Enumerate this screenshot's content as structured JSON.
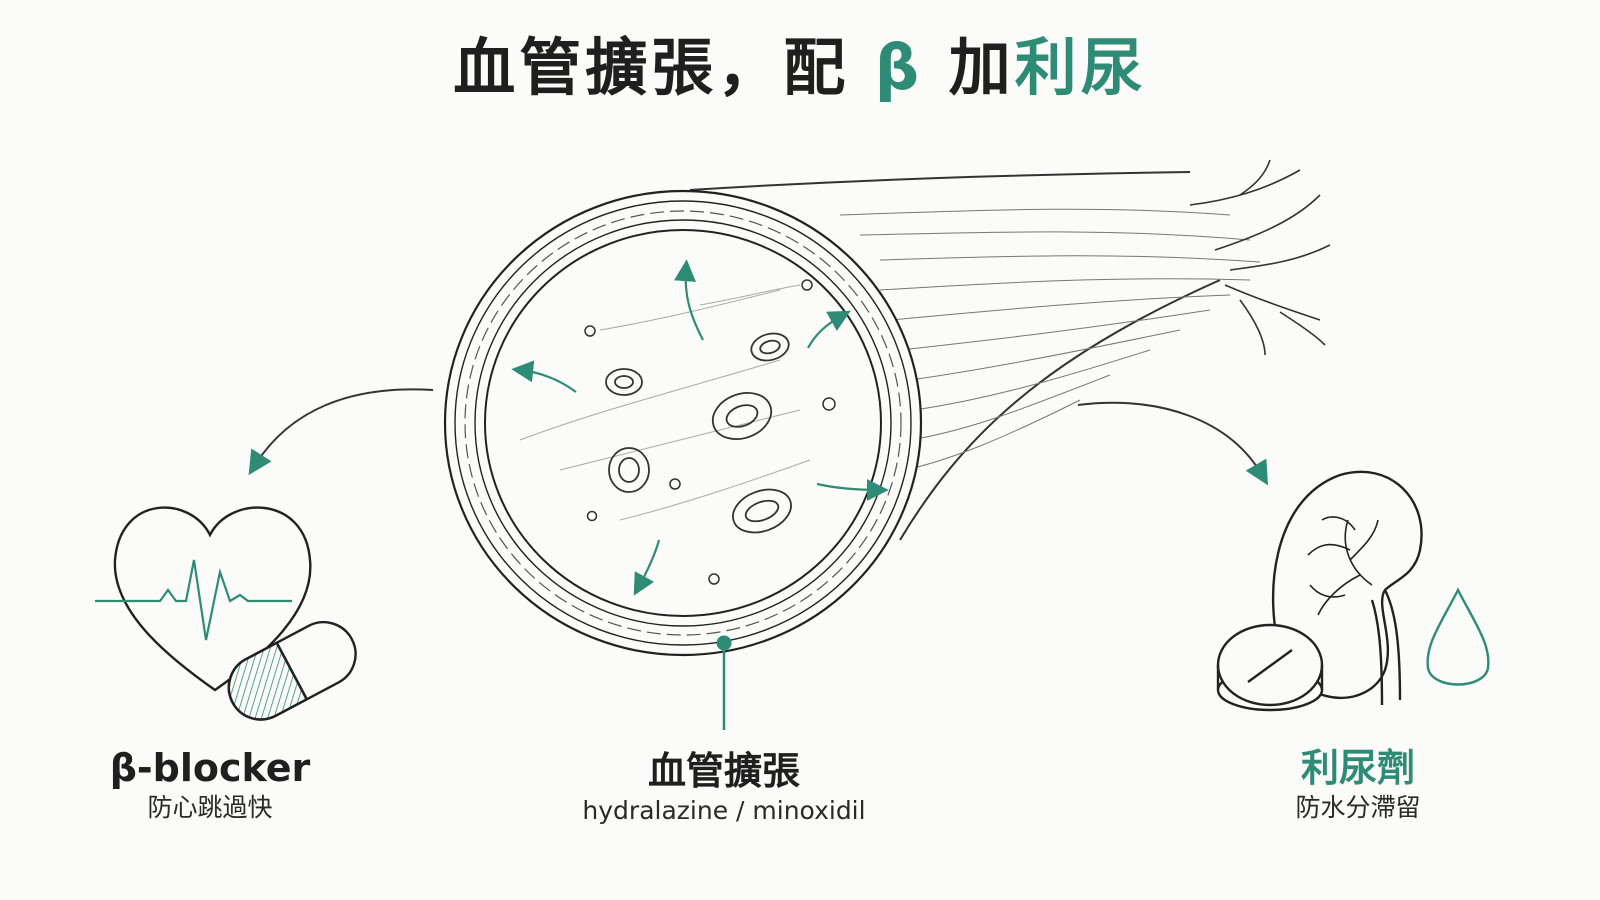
{
  "title": {
    "part1": "血管擴張，配 ",
    "beta": "β",
    "part2": " 加",
    "diuretic": "利尿"
  },
  "left": {
    "name": "β-blocker",
    "desc": "防心跳過快"
  },
  "center": {
    "name": "血管擴張",
    "desc": "hydralazine / minoxidil"
  },
  "right": {
    "name": "利尿劑",
    "desc": "防水分滯留"
  },
  "colors": {
    "accent": "#2e8b76",
    "ink": "#1f1f1f",
    "background": "#fbfbfa"
  },
  "icons": [
    "heart-icon",
    "ecg-line-icon",
    "capsule-icon",
    "kidney-icon",
    "tablet-icon",
    "water-drop-icon",
    "artery-cross-section"
  ]
}
